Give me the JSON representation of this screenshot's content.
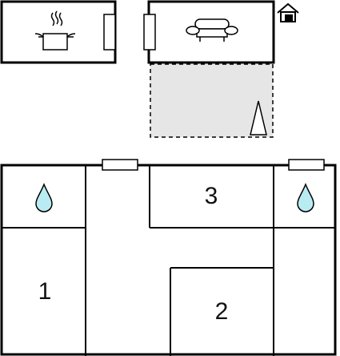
{
  "floor_plan": {
    "rooms": [
      {
        "key": "bedroom-1",
        "label": "1"
      },
      {
        "key": "bedroom-2",
        "label": "2"
      },
      {
        "key": "bedroom-3",
        "label": "3"
      }
    ],
    "icons": [
      "cooking-pot-icon",
      "sofa-icon",
      "house-entrance-icon",
      "water-drop-icon",
      "water-drop-icon",
      "tent-icon"
    ],
    "colors": {
      "wall": "#000000",
      "terrace_fill": "#e6e6e6",
      "water": "#b9ecf2"
    }
  }
}
